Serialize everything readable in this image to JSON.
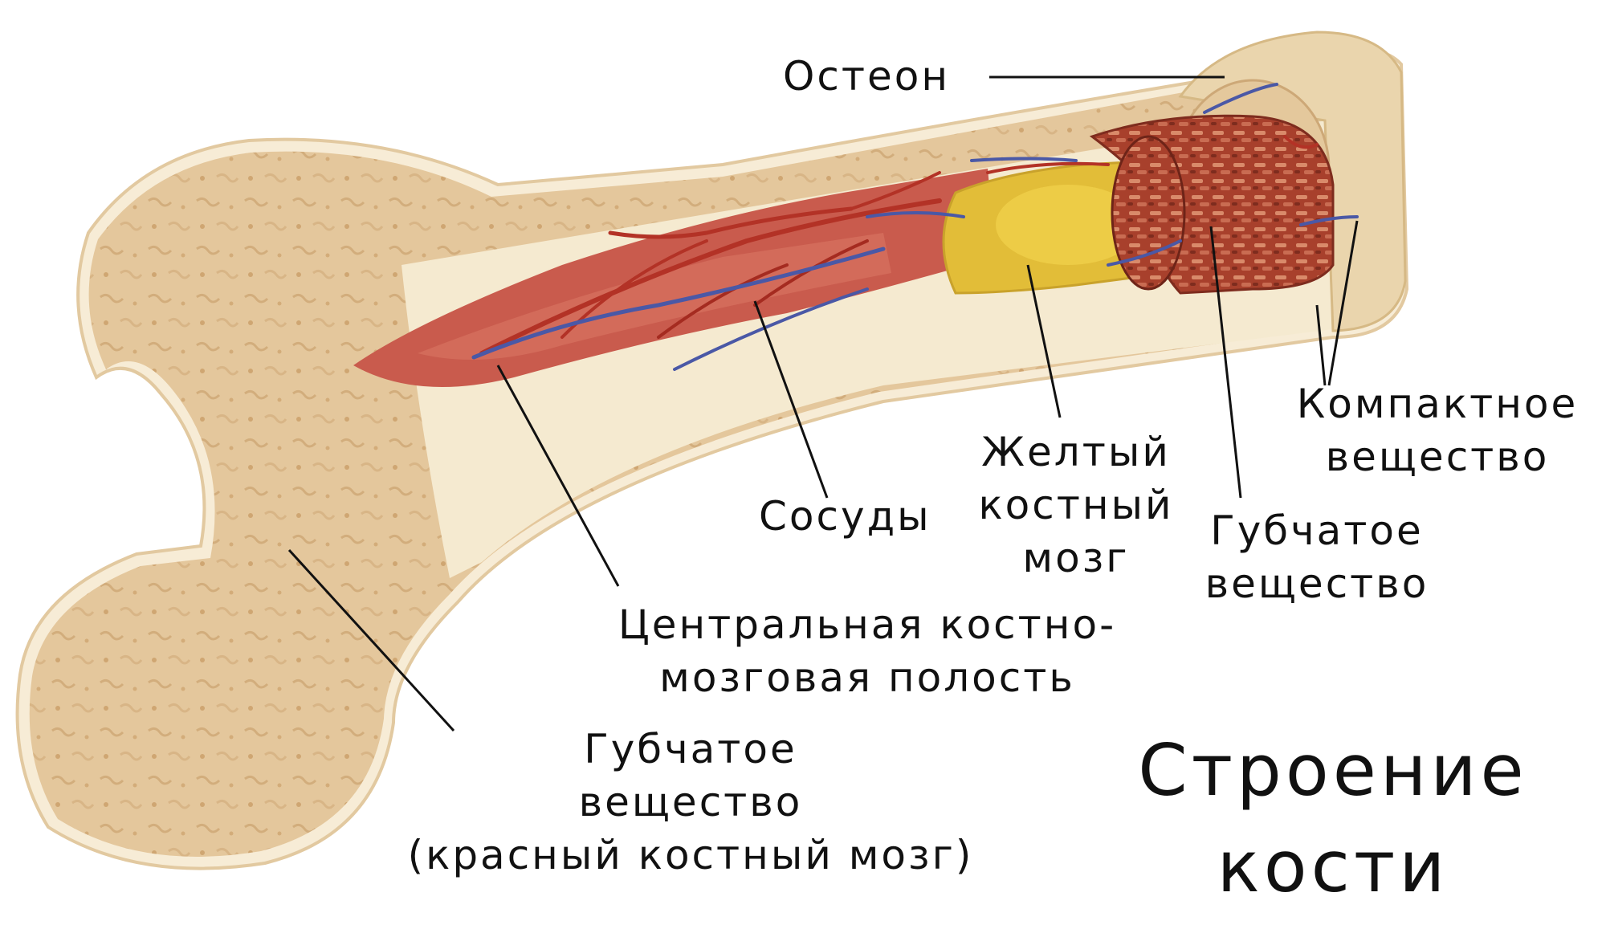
{
  "title": {
    "line1": "Строение",
    "line2": "кости"
  },
  "labels": {
    "osteon": "Остеон",
    "compact": {
      "line1": "Компактное",
      "line2": "вещество"
    },
    "yellow_marrow": {
      "line1": "Желтый",
      "line2": "костный",
      "line3": "мозг"
    },
    "vessels": "Сосуды",
    "spongy_shaft": {
      "line1": "Губчатое",
      "line2": "вещество"
    },
    "medullary_cavity": {
      "line1": "Центральная костно-",
      "line2": "мозговая полость"
    },
    "spongy_head": {
      "line1": "Губчатое",
      "line2": "вещество",
      "line3": "(красный костный мозг)"
    }
  },
  "colors": {
    "bone": "#e6caa0",
    "bone_edge": "#f7ecd6",
    "compact_band": "#f6edd2",
    "cavity_red": "#c95a4c",
    "yellow_marrow": "#e3bf3a",
    "spongy_red": "#9c3a2a",
    "vessel_red": "#b33226",
    "vessel_blue": "#4a58a6",
    "line": "#111111"
  }
}
